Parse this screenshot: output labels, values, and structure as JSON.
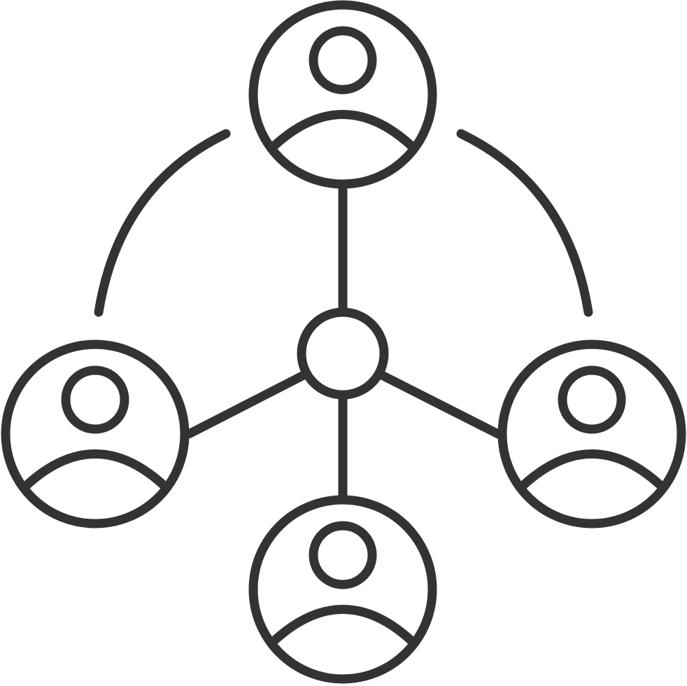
{
  "icon": {
    "name": "user-network-icon",
    "stroke_color": "#333333",
    "background_color": "#ffffff",
    "hub": "hub-node",
    "users": [
      "user-top",
      "user-left",
      "user-right",
      "user-bottom"
    ],
    "arcs": [
      "arc-left",
      "arc-right"
    ]
  }
}
